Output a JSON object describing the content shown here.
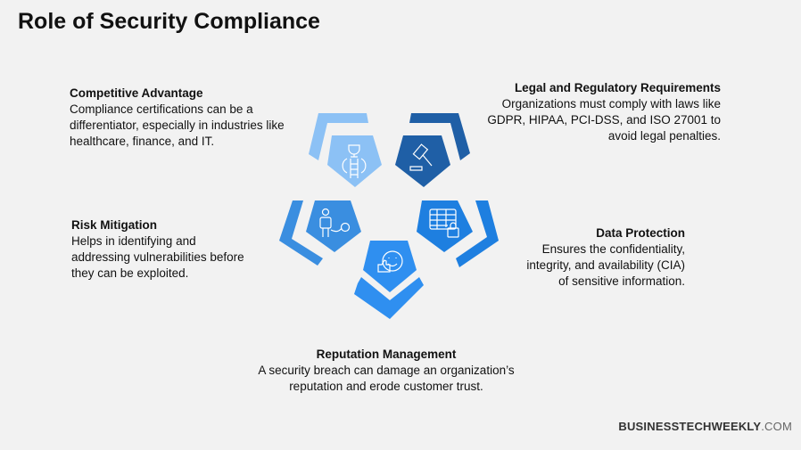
{
  "title": "Role of Security Compliance",
  "items": [
    {
      "heading": "Competitive Advantage",
      "body": [
        "Compliance certifications can be a",
        "differentiator, especially in industries like",
        "healthcare, finance, and IT."
      ],
      "icon": "trophy-ladder-icon",
      "color": "#8cc1f5"
    },
    {
      "heading": "Legal and Regulatory Requirements",
      "body": [
        "Organizations must comply with laws like",
        "GDPR, HIPAA, PCI-DSS, and ISO 27001 to",
        "avoid legal penalties."
      ],
      "icon": "gavel-icon",
      "color": "#1f5fa6"
    },
    {
      "heading": "Risk Mitigation",
      "body": [
        "Helps in identifying and",
        "addressing vulnerabilities before",
        "they can be exploited."
      ],
      "icon": "person-ball-chain-icon",
      "color": "#3a8ee0"
    },
    {
      "heading": "Data Protection",
      "body": [
        "Ensures the confidentiality,",
        "integrity, and availability (CIA)",
        "of sensitive information."
      ],
      "icon": "table-lock-icon",
      "color": "#1e7fe0"
    },
    {
      "heading": "Reputation Management",
      "body": [
        "A security breach can damage an organization’s",
        "reputation and erode customer trust."
      ],
      "icon": "smiley-thumbs-up-icon",
      "color": "#2f8ff0"
    }
  ],
  "brand": {
    "main": "BUSINESSTECHWEEKLY",
    "suffix": ".COM"
  }
}
